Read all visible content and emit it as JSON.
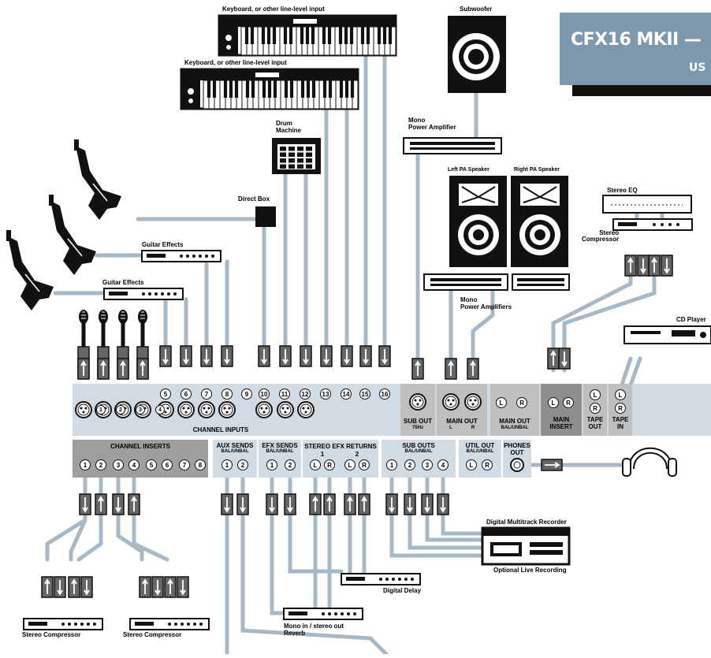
{
  "banner": {
    "title": "CFX16 MKII —",
    "subtitle": "US"
  },
  "devices": {
    "keyboard_top": "Keyboard, or other line-level input",
    "keyboard_bottom": "Keyboard, or other line-level input",
    "subwoofer": "Subwoofer",
    "mono_amp_top": "Mono\nPower Amplifier",
    "drum_machine": "Drum\nMachine",
    "direct_box": "Direct Box",
    "left_pa": "Left PA Speaker",
    "right_pa": "Right PA Speaker",
    "stereo_eq": "Stereo EQ",
    "stereo_compressor_top": "Stereo\nCompressor",
    "guitar_effects_1": "Guitar Effects",
    "guitar_effects_2": "Guitar Effects",
    "mono_power_amps": "Mono\nPower Amplifiers",
    "cd_player": "CD Player",
    "digital_multitrack": "Digital Multitrack Recorder",
    "optional_live": "Optional Live Recording",
    "digital_delay": "Digital Delay",
    "reverb": "Mono in / stereo out\nReverb",
    "stereo_compressor_l": "Stereo Compressor",
    "stereo_compressor_r": "Stereo Compressor"
  },
  "panel_top": {
    "channel_inputs": "CHANNEL INPUTS",
    "input_numbers": [
      "1",
      "2",
      "3",
      "4",
      "5",
      "6",
      "7",
      "8",
      "9",
      "10",
      "11",
      "12",
      "13",
      "14",
      "15",
      "16"
    ],
    "sub_out": "SUB OUT",
    "sub_out_sub": "75Hz",
    "main_out": "MAIN OUT",
    "main_out_l": "L",
    "main_out_r": "R",
    "main_out_bal": "MAIN OUT",
    "main_out_bal_sub": "BAL/UNBAL",
    "main_insert": "MAIN\nINSERT",
    "tape_out": "TAPE\nOUT",
    "tape_in": "TAPE\nIN",
    "l": "L",
    "r": "R"
  },
  "panel_bottom": {
    "channel_inserts": "CHANNEL INSERTS",
    "insert_numbers": [
      "1",
      "2",
      "3",
      "4",
      "5",
      "6",
      "7",
      "8"
    ],
    "aux_sends": "AUX SENDS",
    "aux_sends_sub": "BAL/UNBAL",
    "efx_sends": "EFX SENDS",
    "efx_sends_sub": "BAL/UNBAL",
    "stereo_efx_returns": "STEREO EFX RETURNS",
    "returns_1": "1",
    "returns_2": "2",
    "sub_outs": "SUB OUTS",
    "sub_outs_sub": "BAL/UNBAL",
    "util_out": "UTIL OUT",
    "util_out_sub": "BAL/UNBAL",
    "phones_out": "PHONES\nOUT"
  },
  "colors": {
    "cable": "#a7b8c6",
    "panel": "#d0dbe4",
    "panel_dark": "#9e9e9e",
    "banner": "#7d98ad"
  }
}
